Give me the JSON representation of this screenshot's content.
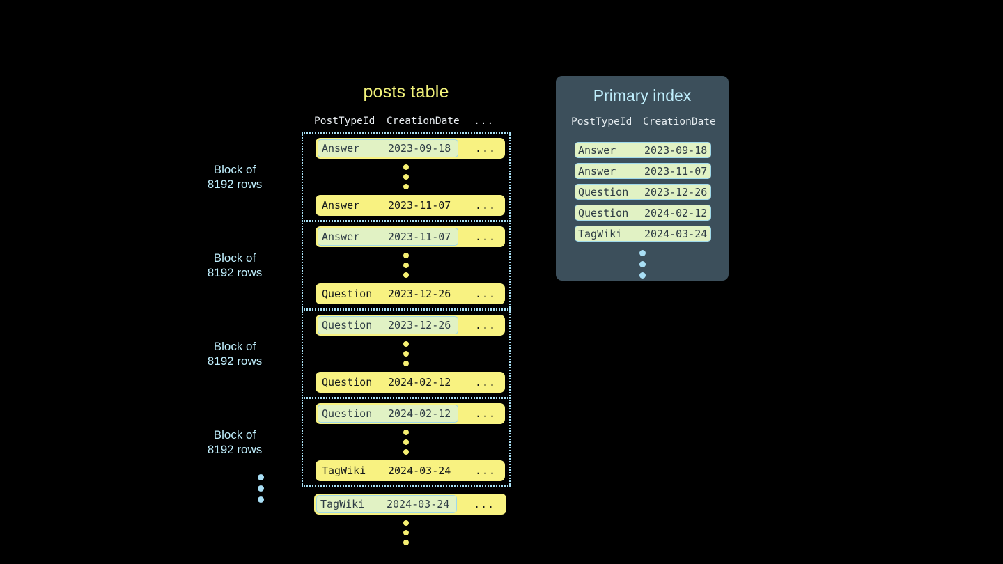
{
  "background_color": "#000000",
  "colors": {
    "row_pill": "#f8f281",
    "highlight_pill": "#e1f2c4",
    "highlight_border": "#9fd8ea",
    "block_border": "#a9e0f5",
    "title_yellow": "#f2f27a",
    "label_blue": "#bfeefc",
    "panel_bg": "#3c4f5b",
    "dot_yellow": "#f5ef72",
    "dot_blue": "#a9dff5"
  },
  "posts_table": {
    "title": "posts table",
    "columns": [
      "PostTypeId",
      "CreationDate",
      "..."
    ],
    "block_label": "Block of\n8192 rows",
    "blocks": [
      {
        "label": "Block of\n8192 rows",
        "first_row": {
          "post_type_id": "Answer",
          "creation_date": "2023-09-18",
          "more": "...",
          "highlighted": true
        },
        "last_row": {
          "post_type_id": "Answer",
          "creation_date": "2023-11-07",
          "more": "...",
          "highlighted": false
        }
      },
      {
        "label": "Block of\n8192 rows",
        "first_row": {
          "post_type_id": "Answer",
          "creation_date": "2023-11-07",
          "more": "...",
          "highlighted": true
        },
        "last_row": {
          "post_type_id": "Question",
          "creation_date": "2023-12-26",
          "more": "...",
          "highlighted": false
        }
      },
      {
        "label": "Block of\n8192 rows",
        "first_row": {
          "post_type_id": "Question",
          "creation_date": "2023-12-26",
          "more": "...",
          "highlighted": true
        },
        "last_row": {
          "post_type_id": "Question",
          "creation_date": "2024-02-12",
          "more": "...",
          "highlighted": false
        }
      },
      {
        "label": "Block of\n8192 rows",
        "first_row": {
          "post_type_id": "Question",
          "creation_date": "2024-02-12",
          "more": "...",
          "highlighted": true
        },
        "last_row": {
          "post_type_id": "TagWiki",
          "creation_date": "2024-03-24",
          "more": "...",
          "highlighted": false
        }
      }
    ],
    "tail_row": {
      "post_type_id": "TagWiki",
      "creation_date": "2024-03-24",
      "more": "...",
      "highlighted": true
    }
  },
  "primary_index": {
    "title": "Primary index",
    "columns": [
      "PostTypeId",
      "CreationDate"
    ],
    "rows": [
      {
        "post_type_id": "Answer",
        "creation_date": "2023-09-18"
      },
      {
        "post_type_id": "Answer",
        "creation_date": "2023-11-07"
      },
      {
        "post_type_id": "Question",
        "creation_date": "2023-12-26"
      },
      {
        "post_type_id": "Question",
        "creation_date": "2024-02-12"
      },
      {
        "post_type_id": "TagWiki",
        "creation_date": "2024-03-24"
      }
    ]
  }
}
